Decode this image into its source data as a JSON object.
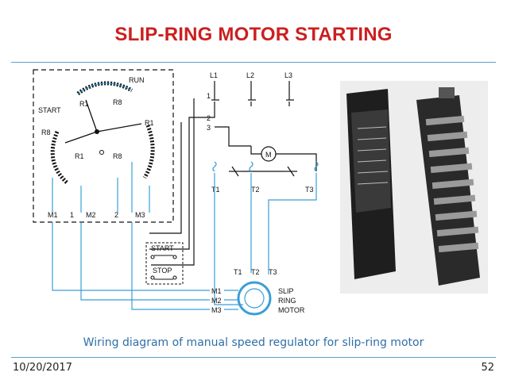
{
  "slide": {
    "title": "SLIP-RING MOTOR STARTING",
    "caption": "Wiring diagram of manual speed regulator for slip-ring motor",
    "date": "10/20/2017",
    "page_number": "52"
  },
  "diagram": {
    "regulator": {
      "run_label": "RUN",
      "start_label": "START",
      "taps": [
        "R1",
        "R8",
        "R1",
        "R8",
        "R1",
        "R8"
      ],
      "terminals": [
        "M1",
        "1",
        "M2",
        "2",
        "M3"
      ]
    },
    "lines": [
      "L1",
      "L2",
      "L3"
    ],
    "contacts": [
      "1",
      "2",
      "3"
    ],
    "motor_symbol": "M",
    "overloads": [
      "T1",
      "T2",
      "T3"
    ],
    "push_buttons": {
      "start": "START",
      "stop": "STOP"
    },
    "motor": {
      "terminals": [
        "T1",
        "T2",
        "T3"
      ],
      "rotor_leads": [
        "M1",
        "M2",
        "M3"
      ],
      "name_line1": "SLIP",
      "name_line2": "RING",
      "name_line3": "MOTOR"
    }
  },
  "colors": {
    "title": "#cc1f1f",
    "accent_line": "#5aa0c8",
    "wire_blue": "#3a9fd6",
    "wire_black": "#111111",
    "caption": "#2f6fa6"
  }
}
